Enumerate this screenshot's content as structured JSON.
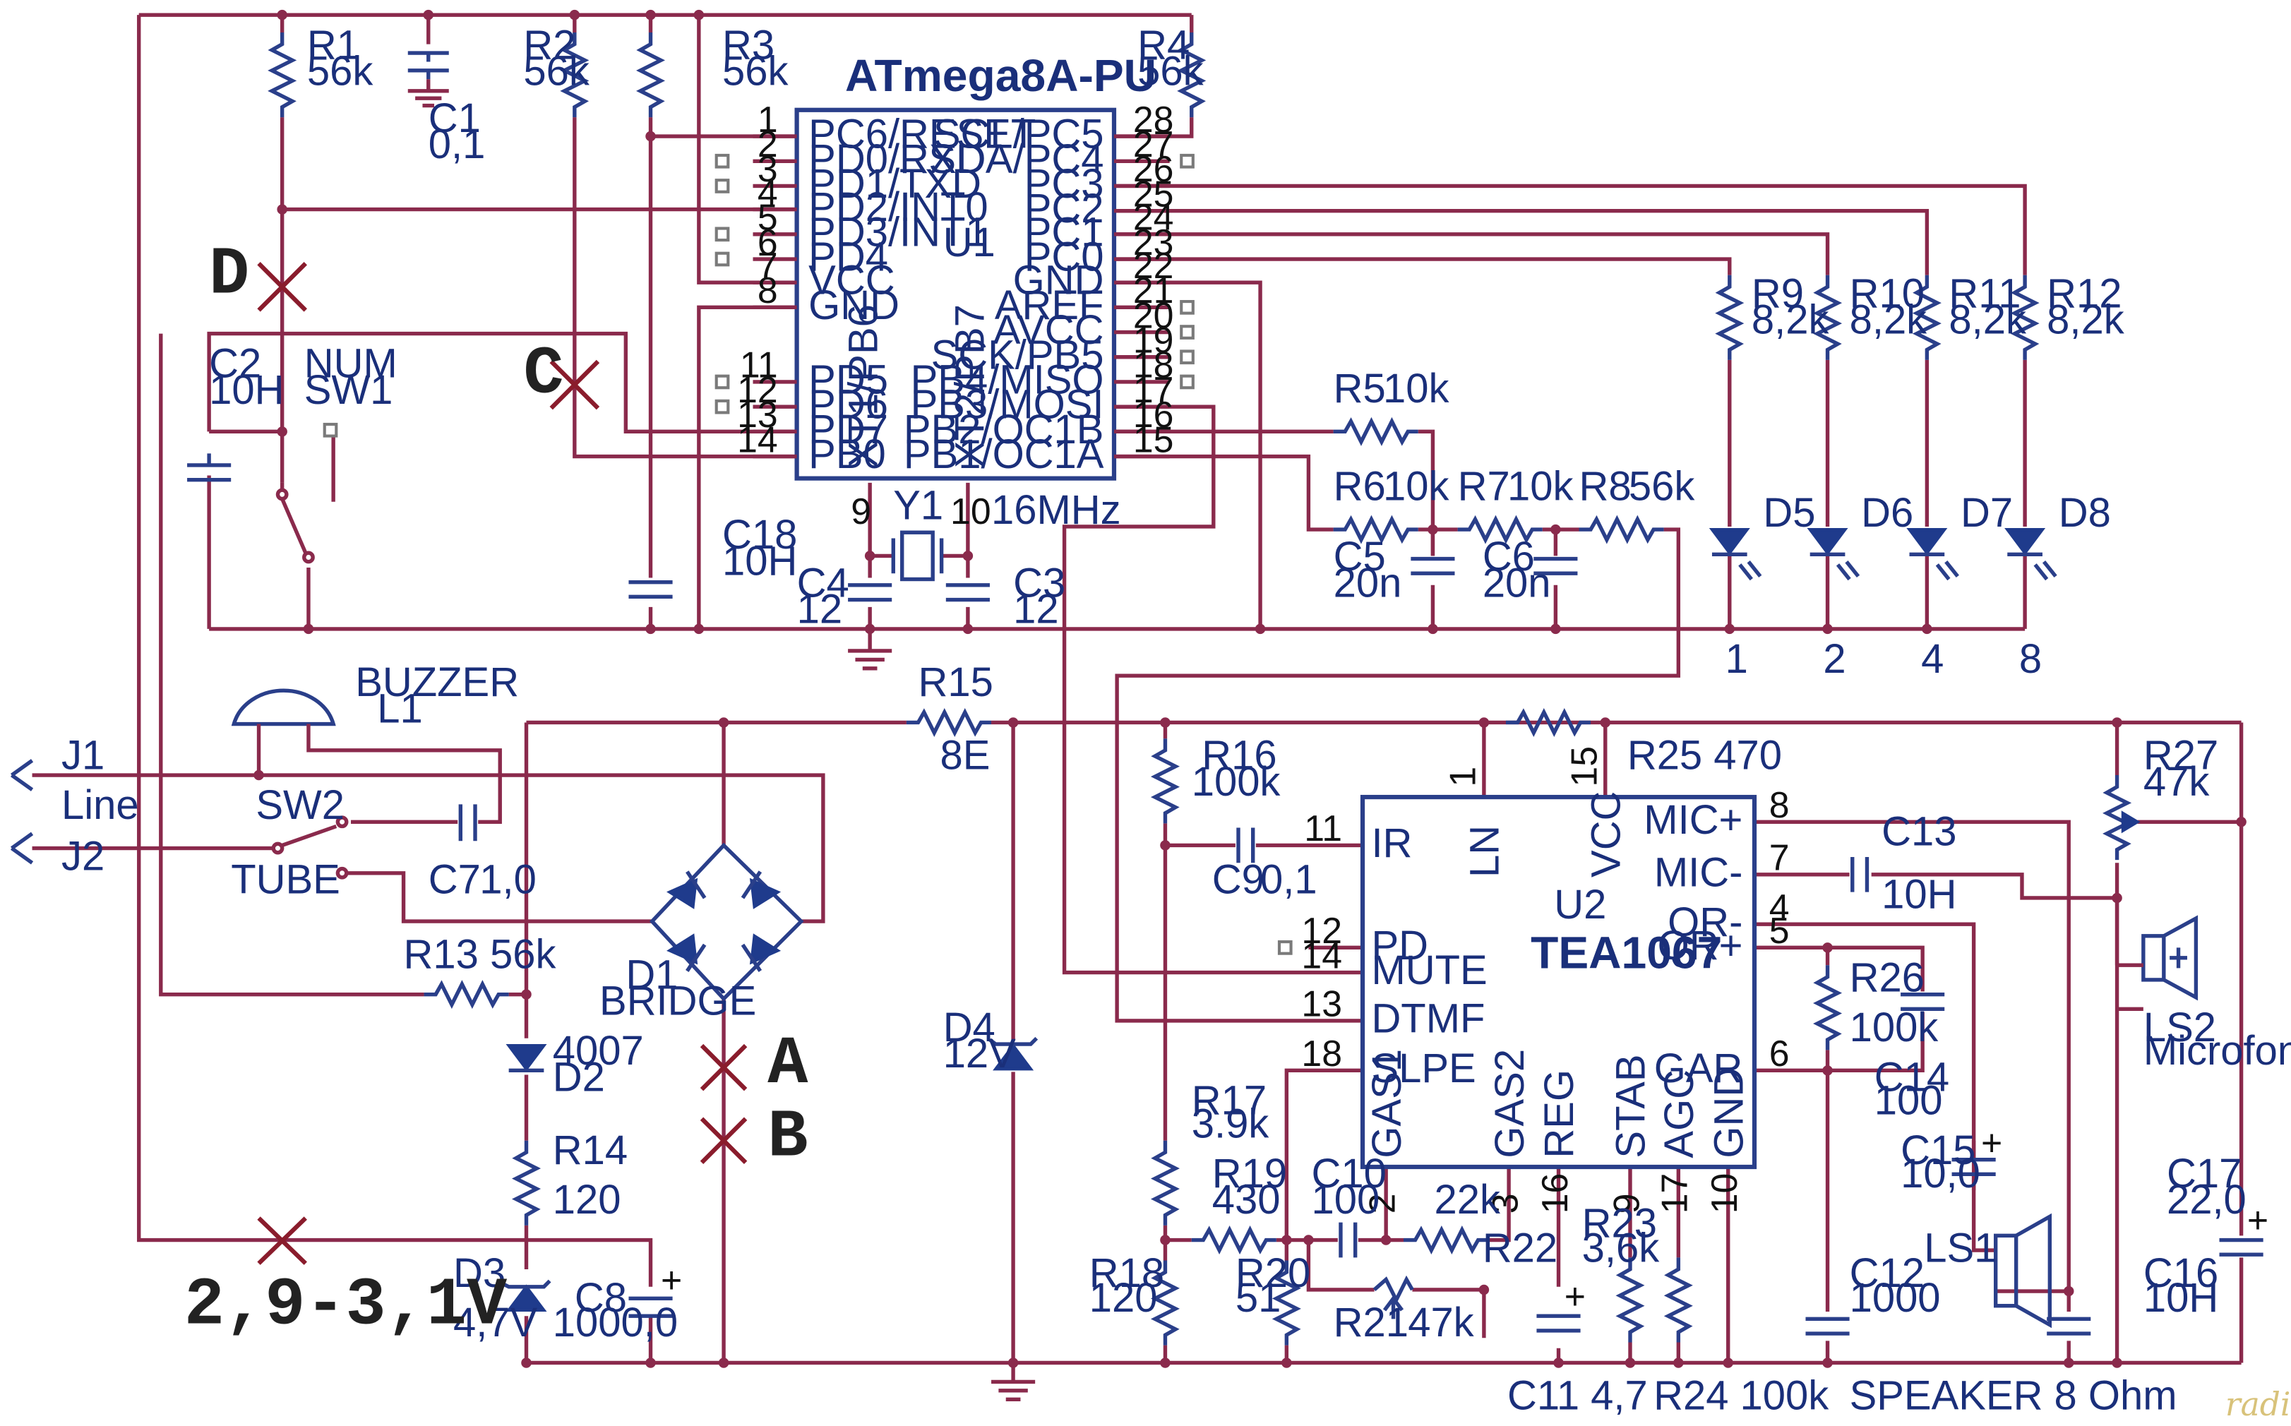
{
  "u1": {
    "name": "ATmega8A-PU",
    "ref": "U1",
    "left": [
      {
        "n": "1",
        "l": "PC6/RESET"
      },
      {
        "n": "2",
        "l": "PD0/RXD"
      },
      {
        "n": "3",
        "l": "PD1/TXD"
      },
      {
        "n": "4",
        "l": "PD2/INT0"
      },
      {
        "n": "5",
        "l": "PD3/INT1"
      },
      {
        "n": "6",
        "l": "PD4"
      },
      {
        "n": "7",
        "l": "VCC"
      },
      {
        "n": "8",
        "l": "GND"
      },
      {
        "n": "11",
        "l": "PD5"
      },
      {
        "n": "12",
        "l": "PD6"
      },
      {
        "n": "13",
        "l": "PD7"
      },
      {
        "n": "14",
        "l": "PB0"
      }
    ],
    "right": [
      {
        "n": "28",
        "l": "SCL/PC5"
      },
      {
        "n": "27",
        "l": "SDA/PC4"
      },
      {
        "n": "26",
        "l": "PC3"
      },
      {
        "n": "25",
        "l": "PC2"
      },
      {
        "n": "24",
        "l": "PC1"
      },
      {
        "n": "23",
        "l": "PC0"
      },
      {
        "n": "22",
        "l": "GND"
      },
      {
        "n": "21",
        "l": "AREF"
      },
      {
        "n": "20",
        "l": "AVCC"
      },
      {
        "n": "19",
        "l": "SCK/PB5"
      },
      {
        "n": "18",
        "l": "PB4/MISO"
      },
      {
        "n": "17",
        "l": "PB3/MOSI"
      },
      {
        "n": "16",
        "l": "PB2/OC1B"
      },
      {
        "n": "15",
        "l": "PB1/OC1A"
      }
    ],
    "xt1": "XT1/PB6",
    "xt2": "XT2/PB7",
    "pin9": "9",
    "pin10": "10"
  },
  "u2": {
    "name": "TEA1067",
    "ref": "U2",
    "left": [
      {
        "n": "11",
        "l": "IR"
      },
      {
        "n": "12",
        "l": "PD"
      },
      {
        "n": "14",
        "l": "MUTE"
      },
      {
        "n": "13",
        "l": "DTMF"
      },
      {
        "n": "18",
        "l": "SLPE"
      }
    ],
    "right": [
      {
        "n": "8",
        "l": "MIC+"
      },
      {
        "n": "7",
        "l": "MIC-"
      },
      {
        "n": "4",
        "l": "QR-"
      },
      {
        "n": "5",
        "l": "QR+"
      },
      {
        "n": "6",
        "l": "GAR"
      }
    ],
    "top": [
      {
        "n": "1",
        "l": "LN"
      },
      {
        "n": "15",
        "l": "VCC"
      }
    ],
    "bottom": [
      {
        "n": "2",
        "l": "GAS1"
      },
      {
        "n": "3",
        "l": "GAS2"
      },
      {
        "n": "16",
        "l": "REG"
      },
      {
        "n": "9",
        "l": "STAB"
      },
      {
        "n": "17",
        "l": "AGC"
      },
      {
        "n": "10",
        "l": "GND"
      }
    ]
  },
  "labels": {
    "r1": "R1",
    "r1v": "56k",
    "c1": "C1",
    "c1v": "0,1",
    "r2": "R2",
    "r2v": "56k",
    "r3": "R3",
    "r3v": "56k",
    "r4": "R4",
    "r4v": "56k",
    "r9": "R9",
    "r9v": "8,2k",
    "r10": "R10",
    "r10v": "8,2k",
    "r11": "R11",
    "r11v": "8,2k",
    "r12": "R12",
    "r12v": "8,2k",
    "d5": "D5",
    "d6": "D6",
    "d7": "D7",
    "d8": "D8",
    "led1": "1",
    "led2": "2",
    "led4": "4",
    "led8": "8",
    "c2": "C2",
    "c2v": "10H",
    "num": "NUM",
    "sw1": "SW1",
    "r5": "R5",
    "r5v": "10k",
    "r6": "R6",
    "r6v": "10k",
    "r7": "R7",
    "r7v": "10k",
    "r8": "R8",
    "r8v": "56k",
    "c5": "C5",
    "c5v": "20n",
    "c6": "C6",
    "c6v": "20n",
    "c18": "C18",
    "c18v": "10H",
    "c4": "C4",
    "c4v": "12",
    "c3": "C3",
    "c3v": "12",
    "y1": "Y1",
    "xtal": "16MHz",
    "buzzer": "BUZZER",
    "l1": "L1",
    "j1": "J1",
    "j2": "J2",
    "line": "Line",
    "sw2": "SW2",
    "tube": "TUBE",
    "c7": "C7",
    "c7v": "1,0",
    "r15": "R15",
    "r15v": "8E",
    "r13": "R13 56k",
    "d1": "D1",
    "bridge": "BRIDGE",
    "d2v": "4007",
    "d2": "D2",
    "r14": "R14",
    "r14v": "120",
    "d3": "D3",
    "d3v": "4,7V",
    "c8": "C8",
    "c8v": "1000,0",
    "d4": "D4",
    "d4v": "12V",
    "r16": "R16",
    "r16v": "100k",
    "c9": "C9",
    "c9v": "0,1",
    "r25": "R25 470",
    "r27": "R27",
    "r27v": "47k",
    "c13": "C13",
    "c13v": "10H",
    "ls2": "LS2",
    "ls2v": "Microfon",
    "r26": "R26",
    "r26v": "100k",
    "c14": "C14",
    "c14v": "100",
    "c15": "C15",
    "c15v": "10,0",
    "ls1": "LS1",
    "c17": "C17",
    "c17v": "22,0",
    "c16": "C16",
    "c16v": "10H",
    "c12": "C12",
    "c12v": "1000",
    "r17": "R17",
    "r17v": "3.9k",
    "r19": "R19",
    "r19v": "430",
    "r18": "R18",
    "r18v": "120",
    "r20": "R20",
    "r20v": "51",
    "c10": "C10",
    "c10v": "100",
    "r22v": "22k",
    "r22": "R22",
    "r21": "R21",
    "r21v": "47k",
    "r23": "R23",
    "r23v": "3,6k",
    "c11": "C11 4,7",
    "r24": "R24 100k",
    "speaker": "SPEAKER 8 Ohm",
    "markA": "A",
    "markB": "B",
    "markC": "C",
    "markD": "D",
    "volt": "2,9-3,1V",
    "watermark": "radiokot.ru"
  }
}
